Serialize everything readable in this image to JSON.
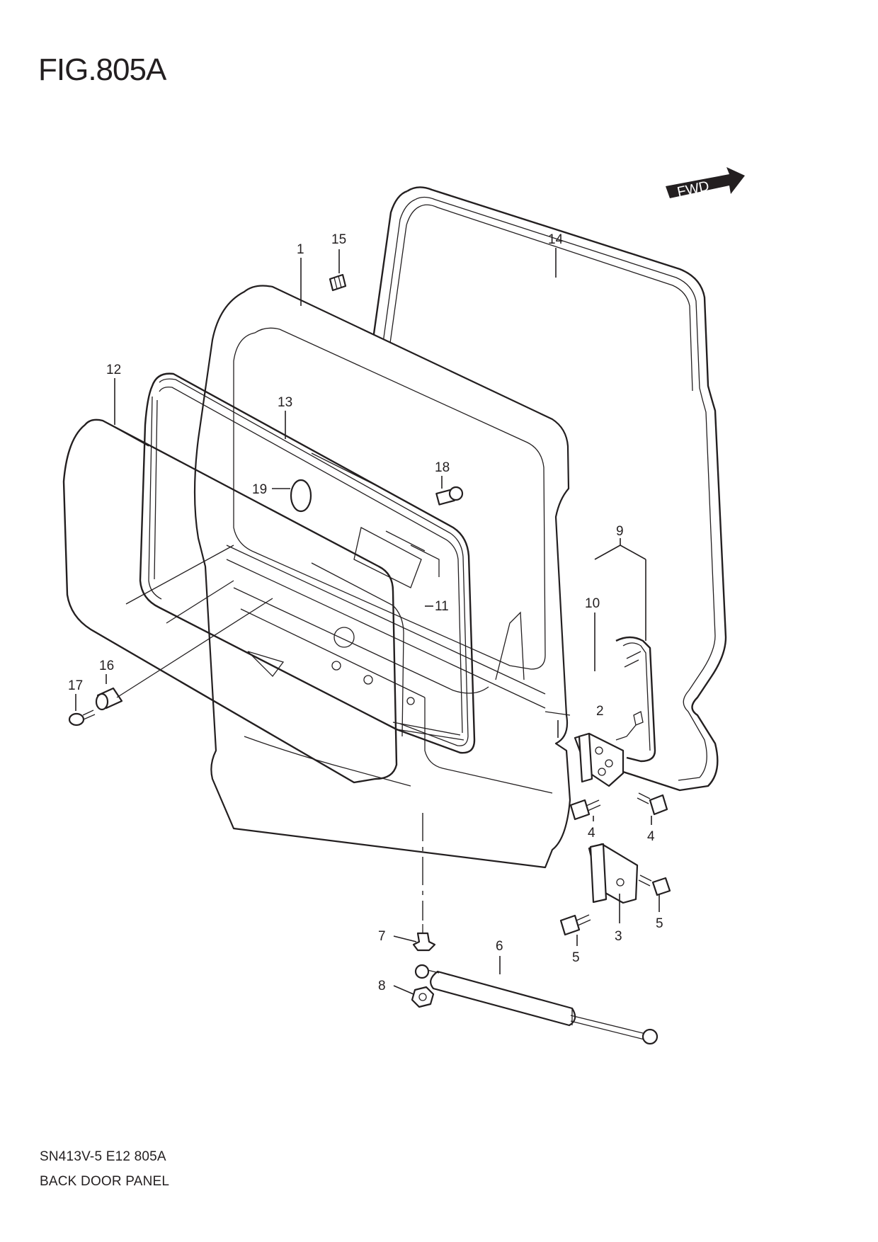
{
  "figure": {
    "title": "FIG.805A",
    "code": "SN413V-5 E12 805A",
    "name": "BACK DOOR PANEL",
    "direction_badge": "FWD"
  },
  "callouts": [
    {
      "id": "c1",
      "label": "1"
    },
    {
      "id": "c2",
      "label": "2"
    },
    {
      "id": "c3",
      "label": "3"
    },
    {
      "id": "c4a",
      "label": "4"
    },
    {
      "id": "c4b",
      "label": "4"
    },
    {
      "id": "c5a",
      "label": "5"
    },
    {
      "id": "c5b",
      "label": "5"
    },
    {
      "id": "c6",
      "label": "6"
    },
    {
      "id": "c7",
      "label": "7"
    },
    {
      "id": "c8",
      "label": "8"
    },
    {
      "id": "c9",
      "label": "9"
    },
    {
      "id": "c10",
      "label": "10"
    },
    {
      "id": "c11",
      "label": "11"
    },
    {
      "id": "c12",
      "label": "12"
    },
    {
      "id": "c13",
      "label": "13"
    },
    {
      "id": "c14",
      "label": "14"
    },
    {
      "id": "c15",
      "label": "15"
    },
    {
      "id": "c16",
      "label": "16"
    },
    {
      "id": "c17",
      "label": "17"
    },
    {
      "id": "c18",
      "label": "18"
    },
    {
      "id": "c19",
      "label": "19"
    }
  ]
}
